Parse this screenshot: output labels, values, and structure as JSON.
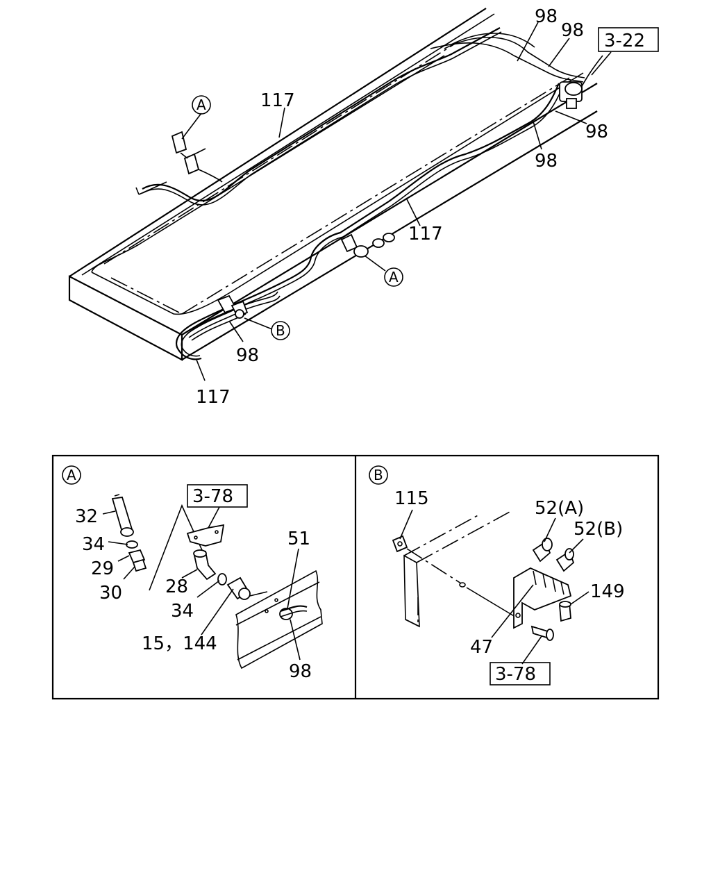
{
  "overview": {
    "labels": {
      "l98_a": "98",
      "l98_b": "98",
      "l98_c": "98",
      "l98_d": "98",
      "l98_e": "98",
      "l117_a": "117",
      "l117_b": "117",
      "l117_c": "117"
    },
    "ref_322": "3-22",
    "callout_a_top": "A",
    "callout_a_mid": "A",
    "callout_b": "B"
  },
  "detail_a": {
    "marker": "A",
    "ref": "3-78",
    "labels": {
      "l32": "32",
      "l34_a": "34",
      "l29": "29",
      "l30": "30",
      "l28": "28",
      "l34_b": "34",
      "l15_144": "15，144",
      "l51": "51",
      "l98": "98"
    }
  },
  "detail_b": {
    "marker": "B",
    "ref": "3-78",
    "labels": {
      "l115": "115",
      "l52a": "52(A)",
      "l52b": "52(B)",
      "l149": "149",
      "l47": "47"
    }
  }
}
